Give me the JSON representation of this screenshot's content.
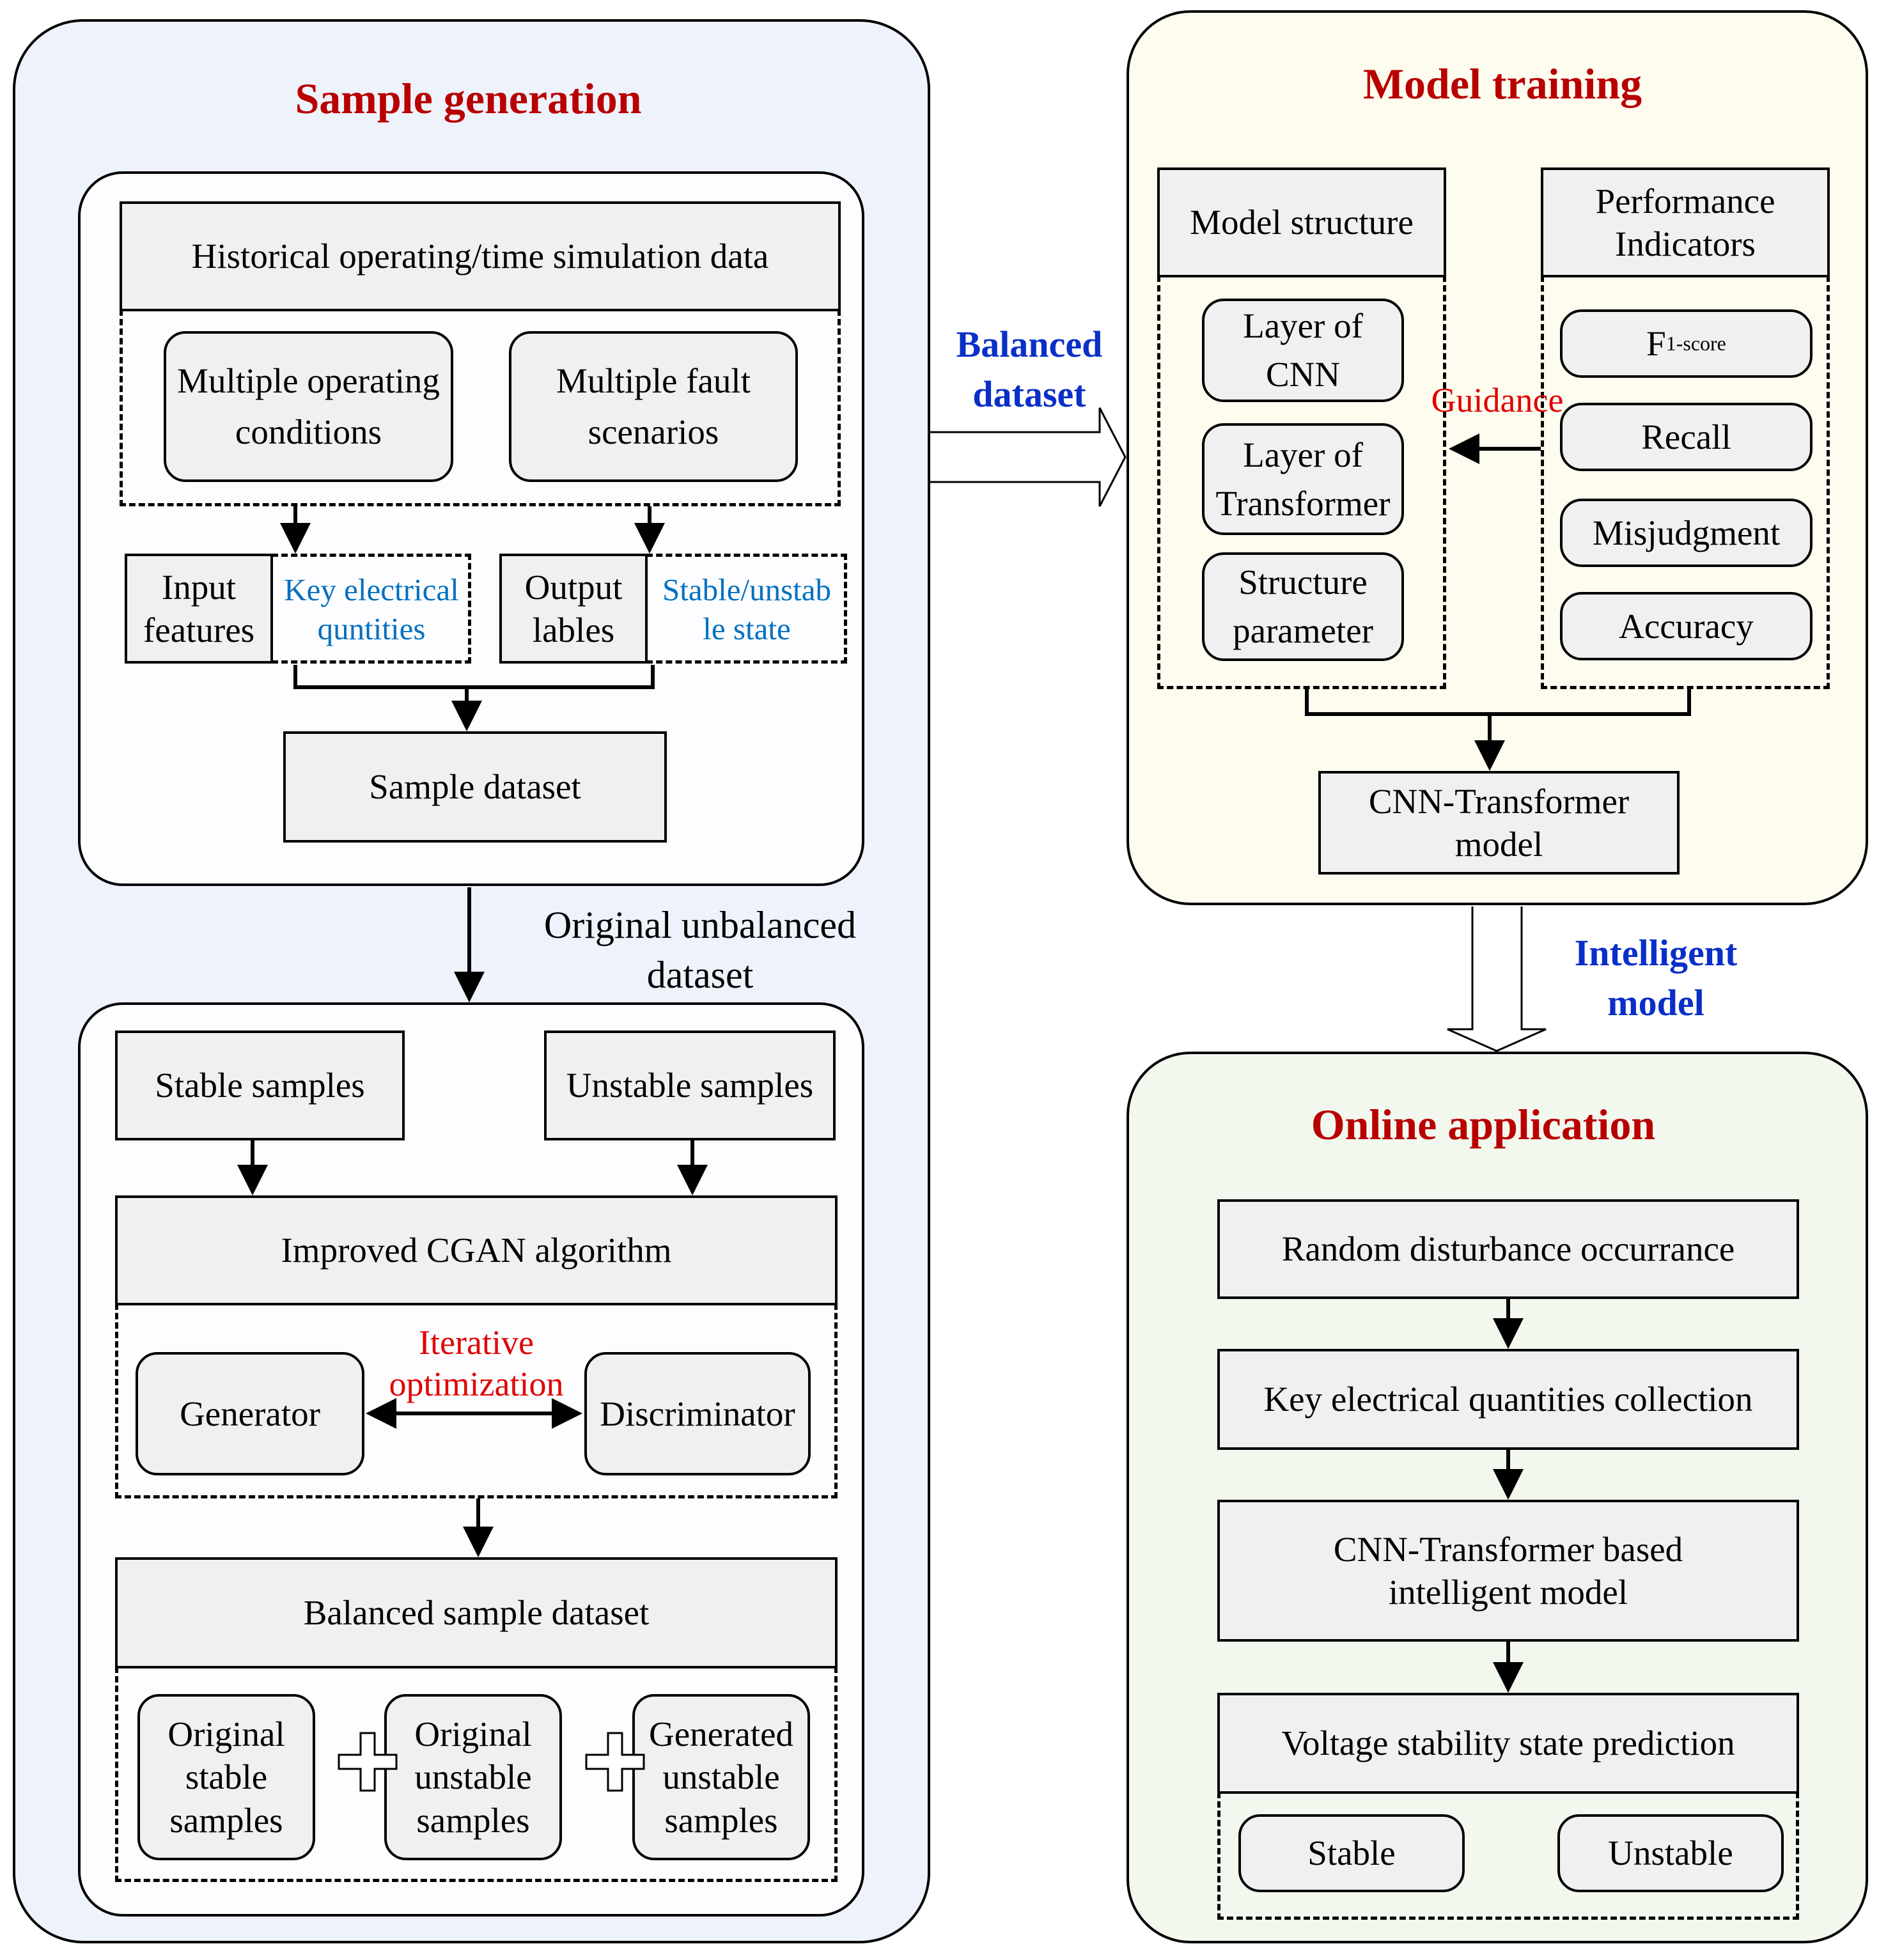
{
  "sample_generation": {
    "title": "Sample generation",
    "historical_data": "Historical operating/time simulation data",
    "multiple_operating": "Multiple operating\nconditions",
    "multiple_fault": "Multiple fault\nscenarios",
    "input_features": "Input\nfeatures",
    "key_electrical": "Key electrical\nquntities",
    "output_lables": "Output\nlables",
    "stable_unstable_state": "Stable/unstab\nle state",
    "sample_dataset": "Sample dataset",
    "original_unbalanced": "Original unbalanced\ndataset",
    "stable_samples": "Stable samples",
    "unstable_samples": "Unstable samples",
    "improved_cgan": "Improved CGAN algorithm",
    "generator": "Generator",
    "iterative_optimization": "Iterative\noptimization",
    "discriminator": "Discriminator",
    "balanced_sample_dataset": "Balanced sample dataset",
    "original_stable": "Original\nstable\nsamples",
    "original_unstable": "Original\nunstable\nsamples",
    "generated_unstable": "Generated\nunstable\nsamples"
  },
  "balanced_dataset_label": "Balanced\ndataset",
  "model_training": {
    "title": "Model training",
    "model_structure": "Model structure",
    "layer_cnn": "Layer of\nCNN",
    "layer_transformer": "Layer of\nTransformer",
    "structure_parameter": "Structure\nparameter",
    "performance_indicators": "Performance\nIndicators",
    "f1_main": "F",
    "f1_sub": "1-score",
    "recall": "Recall",
    "misjudgment": "Misjudgment",
    "accuracy": "Accuracy",
    "guidance": "Guidance",
    "cnn_transformer_model": "CNN-Transformer\nmodel"
  },
  "intelligent_model_label": "Intelligent\nmodel",
  "online_application": {
    "title": "Online application",
    "random_disturbance": "Random disturbance occurrance",
    "key_collection": "Key electrical quantities collection",
    "intelligent_model": "CNN-Transformer based\nintelligent model",
    "voltage_prediction": "Voltage stability state prediction",
    "stable": "Stable",
    "unstable": "Unstable"
  },
  "colors": {
    "title_red": "#b80000",
    "label_blue": "#0a2fc8",
    "small_blue": "#0070c0",
    "small_red": "#e00000",
    "panel_sample_bg": "#eef2fb",
    "panel_training_bg": "#fdfcef",
    "panel_online_bg": "#f2f8ee",
    "box_fill": "#f0f0f0"
  }
}
